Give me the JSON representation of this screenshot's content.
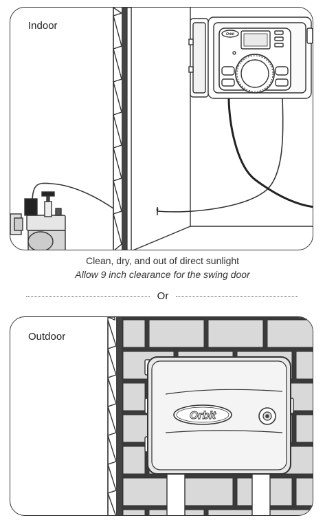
{
  "indoor": {
    "label": "Indoor",
    "controller_brand": "Orbit"
  },
  "caption": {
    "line1": "Clean, dry, and out of direct sunlight",
    "line2": "Allow 9 inch clearance for the swing door"
  },
  "divider": {
    "text": "Or"
  },
  "outdoor": {
    "label": "Outdoor",
    "controller_brand": "Orbit"
  },
  "colors": {
    "outline": "#333333",
    "brick_fill": "#d9d9d9",
    "background": "#ffffff"
  }
}
